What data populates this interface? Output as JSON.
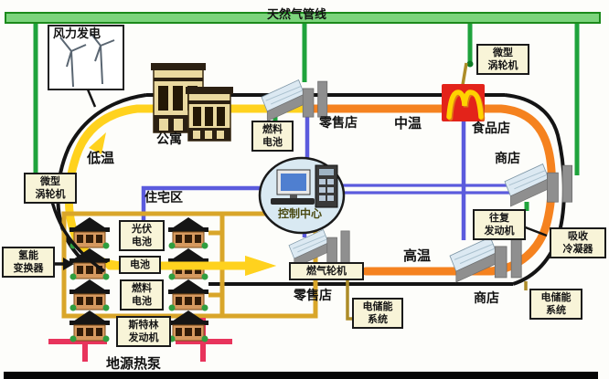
{
  "labels": {
    "gas_pipeline": "天然气管线",
    "wind_power": "风力发电",
    "apartment": "公寓",
    "low_temp": "低温",
    "mid_temp": "中温",
    "high_temp": "高温",
    "fuel_cell_top": "燃料\n电池",
    "retail_top": "零售店",
    "micro_turbine_right": "微型\n涡轮机",
    "food_store": "食品店",
    "shop_top": "商店",
    "micro_turbine_left": "微型\n涡轮机",
    "residential": "住宅区",
    "control_center": "控制中心",
    "pv_cell": "光伏\n电池",
    "battery": "电池",
    "fuel_cell_res": "燃料\n电池",
    "stirling_engine": "斯特林\n发动机",
    "hydrogen_converter": "氢能\n变换器",
    "ground_heat_pump": "地源热泵",
    "gas_turbine": "燃气轮机",
    "retail_bottom": "零售店",
    "recip_engine": "往复\n发动机",
    "absorb_condenser": "吸收\n冷凝器",
    "storage_left": "电储能\n系统",
    "storage_right": "电储能\n系统",
    "shop_bottom": "商店"
  },
  "colors": {
    "gas_line_green": "#1fa33c",
    "hot_pipe_orange": "#f5821f",
    "cold_pipe_yellow": "#ffd21e",
    "electric_line_blue": "#5b5bdd",
    "residential_pipe_tan": "#d9a62a",
    "ring_black": "#141414",
    "ground_loop_red": "#e8345c",
    "label_box_bg": "#f8f4d8",
    "pipeline_bar_green": "#7cd47c",
    "mcdonalds_red": "#e3231a",
    "mcdonalds_yellow": "#ffd200"
  }
}
